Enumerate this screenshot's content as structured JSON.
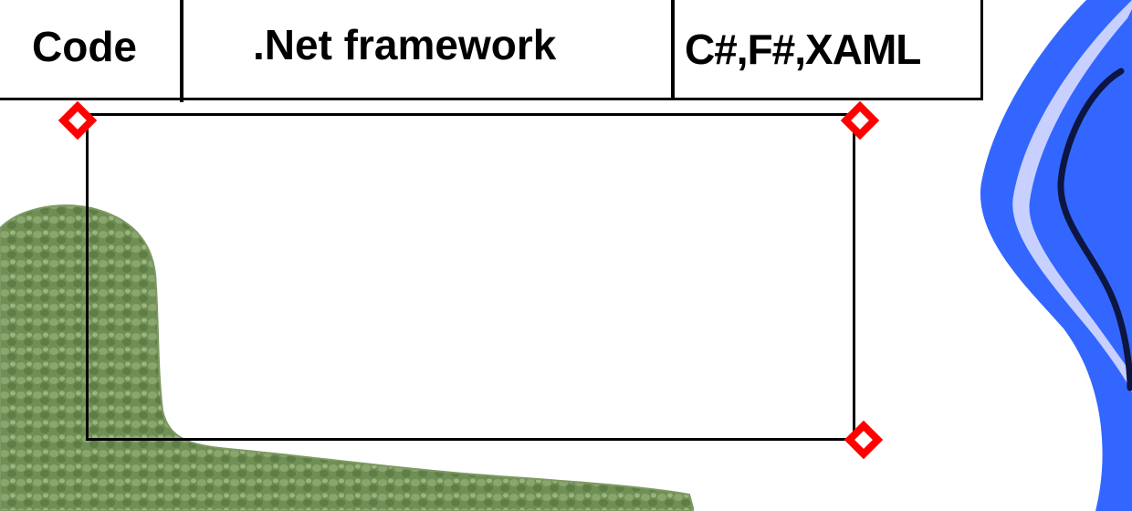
{
  "table": {
    "cells": [
      ".Net framework",
      "C#,F#,XAML"
    ],
    "first_cell_label": "Code"
  },
  "colors": {
    "selection_handle": "#ff0000",
    "foliage": "#6f8f55",
    "water_outer": "#3366ff",
    "water_inner": "#c8d0ff",
    "ink_stroke": "#0d1640"
  },
  "icons": [
    "resize-handle-icon"
  ]
}
